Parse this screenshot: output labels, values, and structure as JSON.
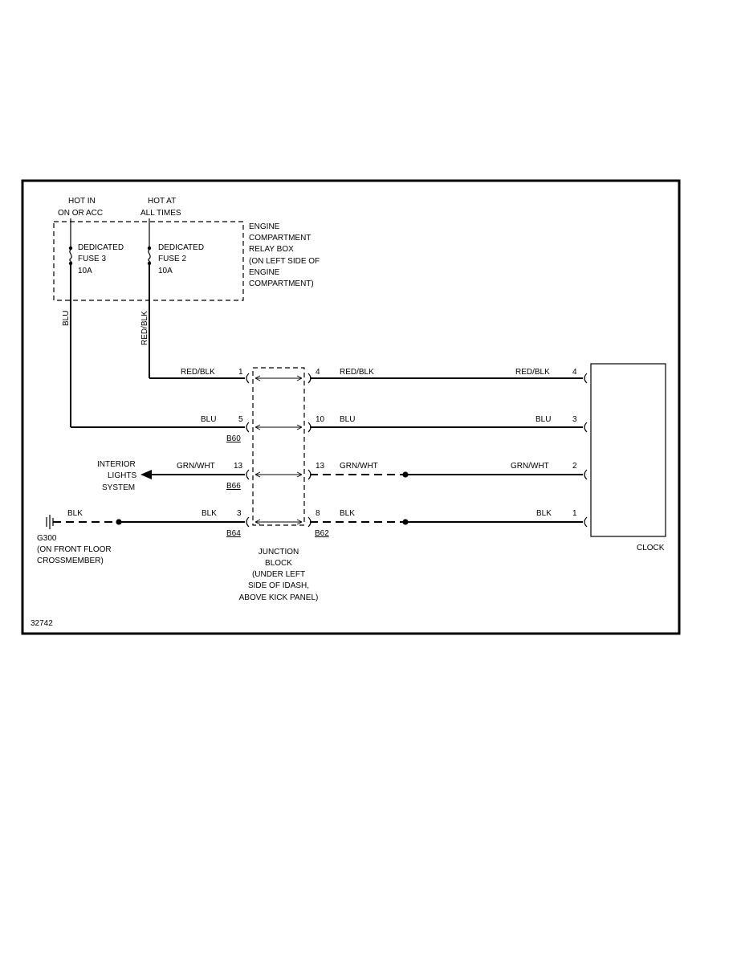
{
  "figure_id": "32742",
  "supplies": {
    "left_title": [
      "HOT IN",
      "ON OR ACC"
    ],
    "right_title": [
      "HOT AT",
      "ALL TIMES"
    ],
    "fuse3": [
      "DEDICATED",
      "FUSE 3",
      "10A"
    ],
    "fuse2": [
      "DEDICATED",
      "FUSE 2",
      "10A"
    ]
  },
  "relay_box": [
    "ENGINE",
    "COMPARTMENT",
    "RELAY BOX",
    "(ON LEFT SIDE OF",
    "ENGINE",
    "COMPARTMENT)"
  ],
  "vertical_wires": {
    "left": "BLU",
    "right": "RED/BLK"
  },
  "rows": [
    {
      "left_wire": "RED/BLK",
      "left_pin": "1",
      "left_connector": "",
      "right_pin": "4",
      "right_wire_a": "RED/BLK",
      "right_connector": "",
      "clock_wire": "RED/BLK",
      "clock_pin": "4"
    },
    {
      "left_wire": "BLU",
      "left_pin": "5",
      "left_connector": "B60",
      "right_pin": "10",
      "right_wire_a": "BLU",
      "right_connector": "",
      "clock_wire": "BLU",
      "clock_pin": "3"
    },
    {
      "left_wire": "GRN/WHT",
      "left_pin": "13",
      "left_connector": "B66",
      "right_pin": "13",
      "right_wire_a": "GRN/WHT",
      "right_connector": "",
      "clock_wire": "GRN/WHT",
      "clock_pin": "2"
    },
    {
      "left_wire": "BLK",
      "left_pin": "3",
      "left_connector": "B64",
      "right_pin": "8",
      "right_wire_a": "BLK",
      "right_connector": "B62",
      "clock_wire": "BLK",
      "clock_pin": "1"
    }
  ],
  "interior_lights": [
    "INTERIOR",
    "LIGHTS",
    "SYSTEM"
  ],
  "ground": {
    "wire": "BLK",
    "label": [
      "G300",
      "(ON FRONT FLOOR",
      "CROSSMEMBER)"
    ]
  },
  "junction_block": [
    "JUNCTION",
    "BLOCK",
    "(UNDER LEFT",
    "SIDE OF IDASH,",
    "ABOVE KICK PANEL)"
  ],
  "clock_label": "CLOCK"
}
